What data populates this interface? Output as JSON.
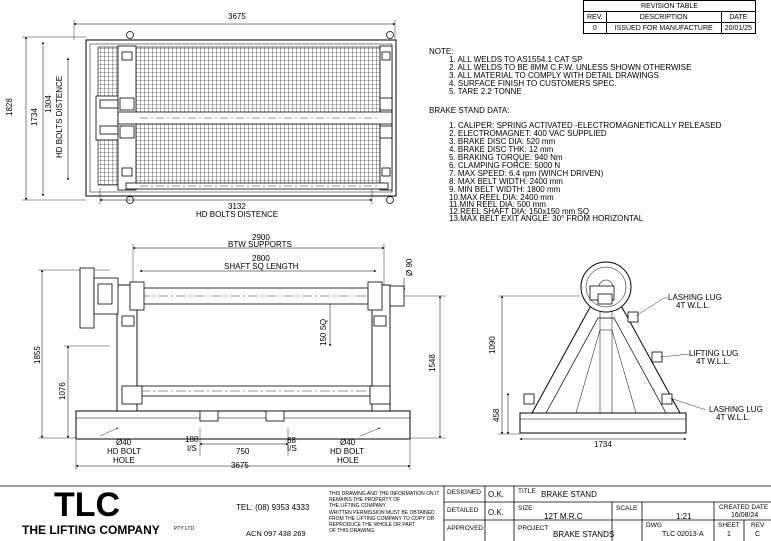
{
  "revision_table": {
    "title": "REVISION TABLE",
    "headers": [
      "REV.",
      "DESCRIPTION",
      "DATE"
    ],
    "rows": [
      [
        "0",
        "ISSUED FOR MANUFACTURE",
        "20/01/25"
      ]
    ]
  },
  "notes": {
    "heading": "NOTE:",
    "items": [
      "1. ALL WELDS TO AS1554.1 CAT SP",
      "2. ALL WELDS TO BE 8MM C.F.W. UNLESS SHOWN OTHERWISE",
      "3. ALL MATERIAL TO COMPLY WITH DETAIL DRAWINGS",
      "4. SURFACE FINISH TO CUSTOMERS SPEC.",
      "5. TARE 2.2 TONNE"
    ]
  },
  "brake_data": {
    "heading": "BRAKE STAND DATA:",
    "items": [
      "1. CALIPER: SPRING ACTIVATED -ELECTROMAGNETICALLY RELEASED",
      "2. ELECTROMAGNET: 400 VAC SUPPLIED",
      "3. BRAKE DISC DIA: 520 mm",
      "4. BRAKE DISC THK: 12 mm",
      "5. BRAKING TORQUE: 940 Nm",
      "6. CLAMPING FORCE: 5000 N",
      "7. MAX SPEED: 6.4 rpm (WINCH DRIVEN)",
      "8. MAX BELT WIDTH: 2400 mm",
      "9. MIN BELT WIDTH: 1800 mm",
      "10.MAX REEL DIA: 2400 mm",
      "11.MIN REEL DIA: 500 mm",
      "12.REEL SHAFT DIA: 150x150 mm SQ",
      "13.MAX BELT EXIT ANGLE: 30° FROM HORIZONTAL"
    ]
  },
  "plan_view": {
    "dim_top": "3675",
    "dim_left_outer": "1828",
    "dim_left_mid": "1734",
    "dim_left_inner": "1304",
    "hd_bolts_vertical": "HD BOLTS DISTENCE",
    "dim_bottom": "3132",
    "hd_bolts_horizontal": "HD BOLTS DISTENCE"
  },
  "front_view": {
    "btw_value": "2900",
    "btw_label": "BTW SUPPORTS",
    "shaft_value": "2800",
    "shaft_label": "SHAFT SQ LENGTH",
    "dia_90": "Ø 90",
    "shaft_sq": "150 SQ",
    "dim_1855": "1855",
    "dim_1076": "1076",
    "dim_1548": "1548",
    "bolt_left_dia": "Ø40",
    "bolt_left_l1": "HD BOLT",
    "bolt_left_l2": "HOLE",
    "bolt_right_dia": "Ø40",
    "bolt_right_l1": "HD BOLT",
    "bolt_right_l2": "HOLE",
    "dim_188": "188",
    "is_left": "I/S",
    "dim_750": "750",
    "dim_88": "88",
    "is_right": "I/S",
    "dim_bottom": "3675"
  },
  "side_view": {
    "dim_1090": "1090",
    "dim_458": "458",
    "dim_1734": "1734",
    "lashing_top_l1": "LASHING LUG",
    "lashing_top_l2": "4T W.L.L.",
    "lifting_l1": "LIFTING LUG",
    "lifting_l2": "4T W.L.L.",
    "lashing_bot_l1": "LASHING LUG",
    "lashing_bot_l2": "4T W.L.L."
  },
  "title_block": {
    "logo": "TLC",
    "company": "THE LIFTING COMPANY",
    "pty": "PTY LTD",
    "tel": "TEL: (08) 9353 4333",
    "acn": "ACN 097 438 269",
    "disclaimer": [
      "THIS DRAWING AND THE INFORMATION ON IT",
      "REMAINS THE PROPERTY OF",
      "THE LIFTING COMPANY",
      "WRITTEN PERMISSION MUST BE OBTAINED",
      "FROM THE LIFTING COMPANY TO COPY OR",
      "REPRODUCE THE WHOLE OR PART",
      "OF THIS DRAWING."
    ],
    "designed_label": "DESIGNED",
    "designed_val": "O.K.",
    "detailed_label": "DETAILED",
    "detailed_val": "O.K.",
    "approved_label": "APPROVED",
    "title_label": "TITLE",
    "title_val": "BRAKE STAND",
    "size_label": "SIZE",
    "size_val": "12T M.R.C",
    "scale_label": "SCALE",
    "scale_val": "1:21",
    "created_label": "CREATED DATE",
    "created_val": "16/08/24",
    "project_label": "PROJECT",
    "project_val": "BRAKE STANDS",
    "dwg_label": "DWG",
    "dwg_val": "TLC 02013-A",
    "sheet_label": "SHEET",
    "sheet_val": "1",
    "rev_label": "REV",
    "rev_val": "C"
  }
}
